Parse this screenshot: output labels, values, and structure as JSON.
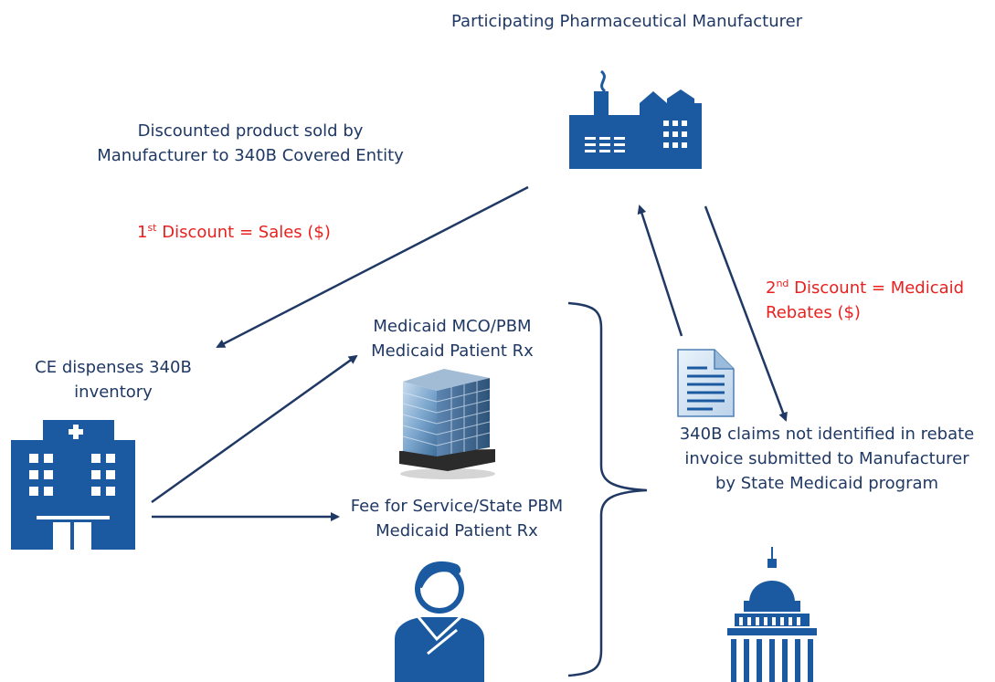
{
  "manufacturer": {
    "title": "Participating Pharmaceutical Manufacturer"
  },
  "discounted_product": {
    "lines": [
      "Discounted product sold by",
      "Manufacturer to 340B Covered Entity"
    ]
  },
  "first_discount": {
    "ordinal": "1",
    "suffix": "st",
    "text": " Discount = Sales ($)"
  },
  "second_discount": {
    "ordinal": "2",
    "suffix": "nd",
    "text": " Discount = Medicaid",
    "line2": "Rebates ($)"
  },
  "ce_dispenses": {
    "lines": [
      "CE dispenses 340B",
      "inventory"
    ]
  },
  "mco": {
    "lines": [
      "Medicaid MCO/PBM",
      "Medicaid Patient Rx"
    ]
  },
  "ffs": {
    "lines": [
      "Fee for Service/State PBM",
      "Medicaid Patient Rx"
    ]
  },
  "claims": {
    "lines": [
      "340B claims not identified in rebate",
      "invoice submitted to Manufacturer",
      "by State Medicaid program"
    ]
  },
  "colors": {
    "navy": "#1f3864",
    "icon_blue": "#1b5aa0",
    "discount_red": "#e8211f"
  }
}
